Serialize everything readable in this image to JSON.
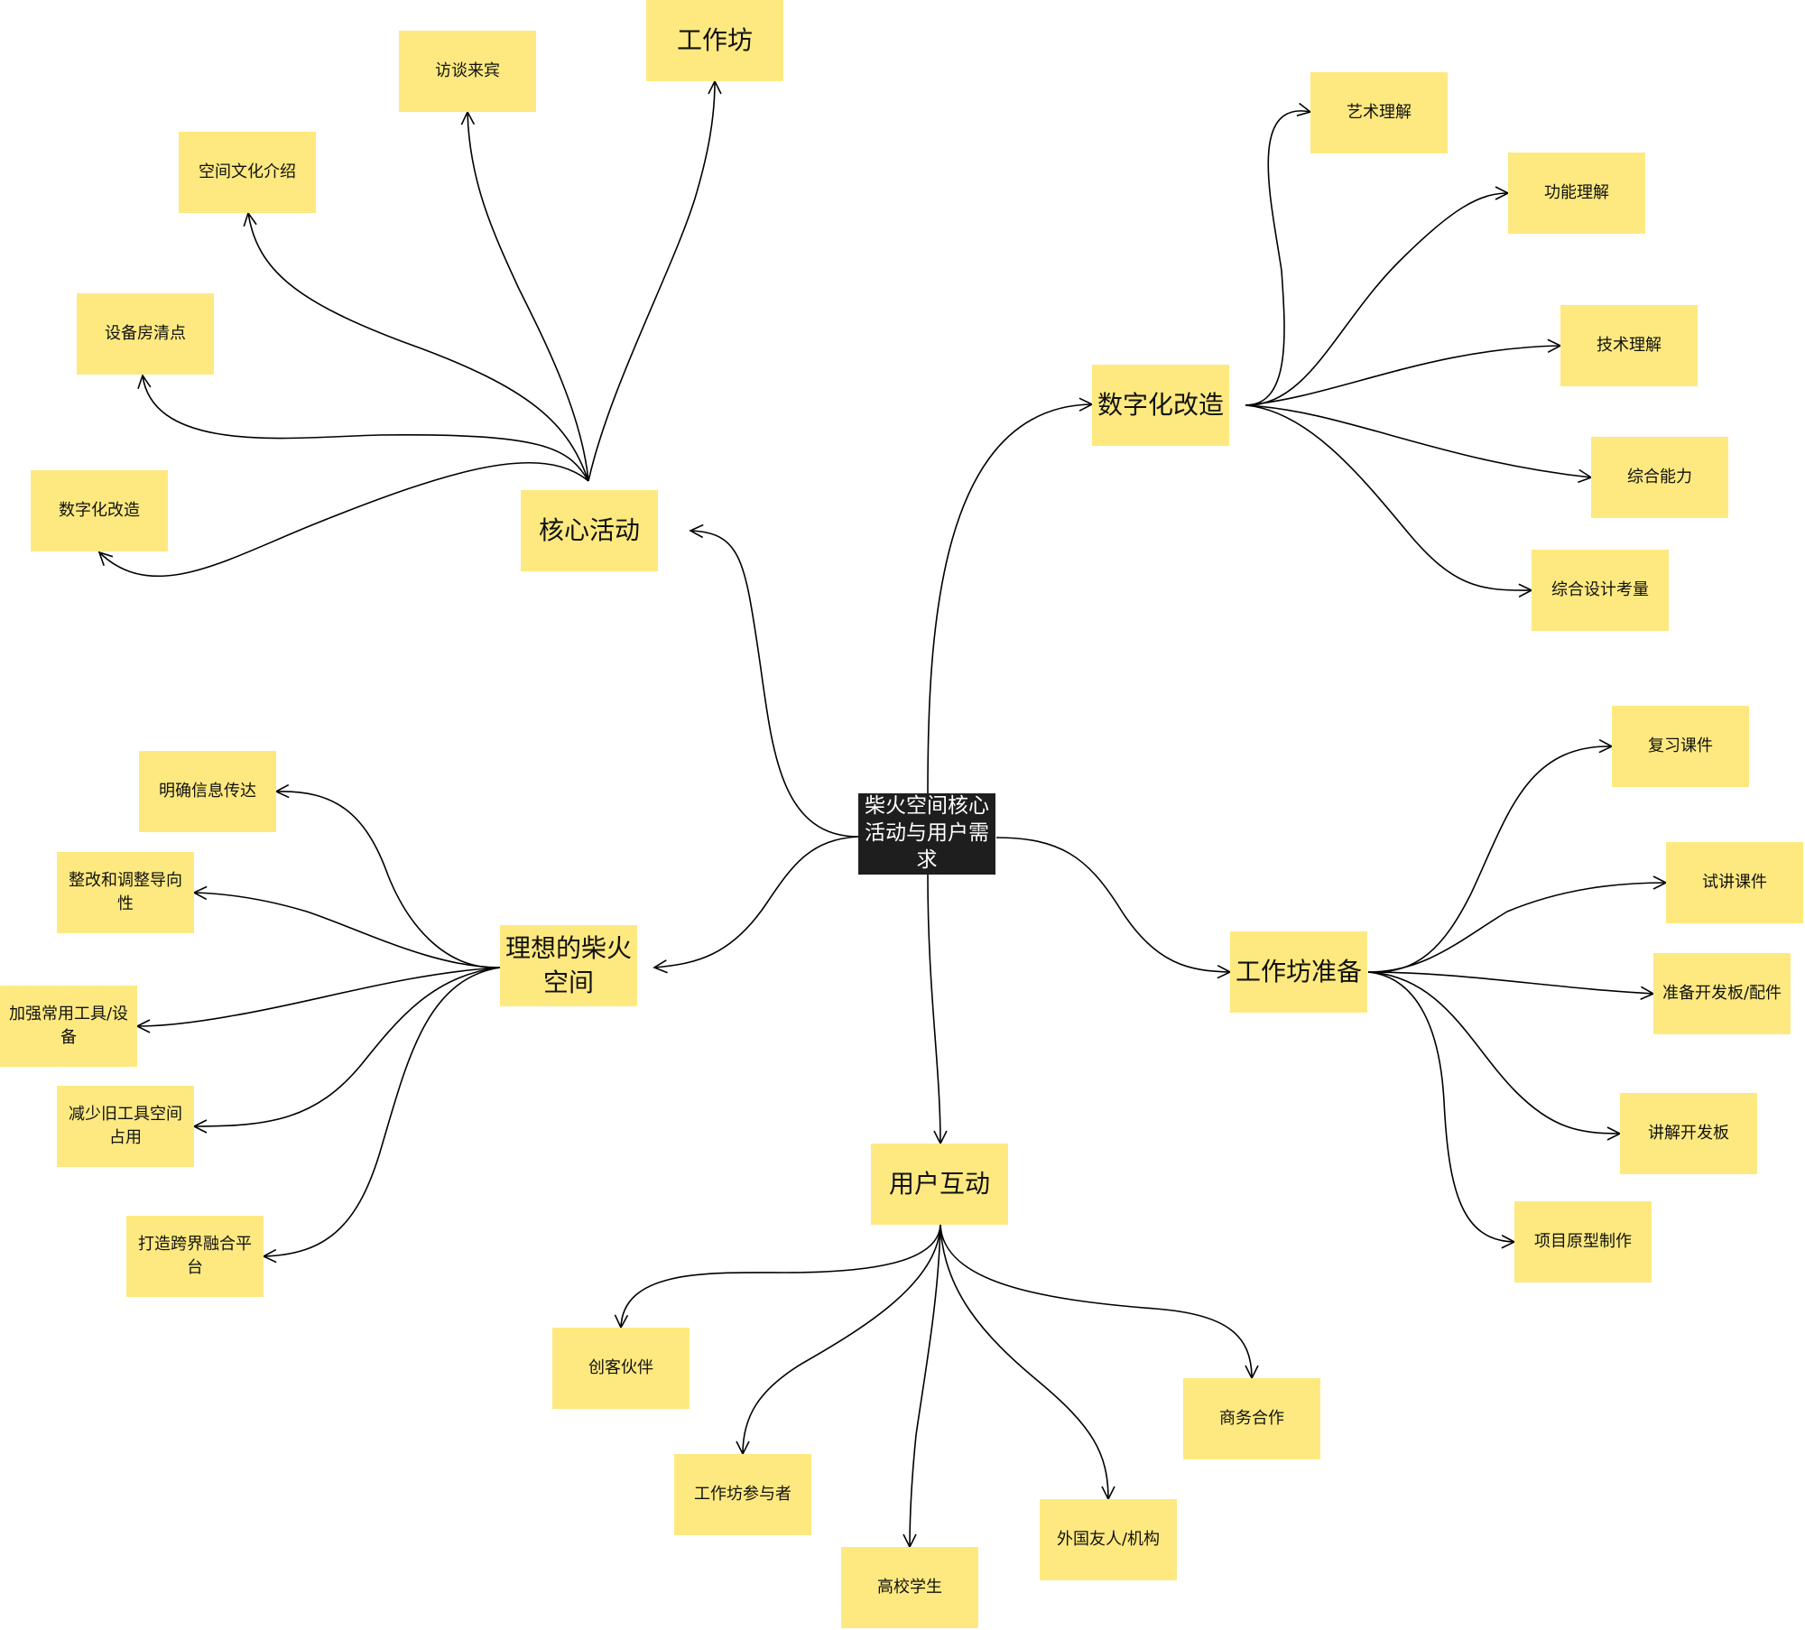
{
  "root": "柴火空间核心活动与用户需求",
  "branches": [
    {
      "id": "core",
      "label": "核心活动",
      "children": [
        {
          "id": "core-digital",
          "label": "数字化改造"
        },
        {
          "id": "core-equipment",
          "label": "设备房清点"
        },
        {
          "id": "core-culture",
          "label": "空间文化介绍"
        },
        {
          "id": "core-interview",
          "label": "访谈来宾"
        },
        {
          "id": "core-workshop",
          "label": "工作坊"
        }
      ]
    },
    {
      "id": "digital",
      "label": "数字化改造",
      "children": [
        {
          "id": "digital-art",
          "label": "艺术理解"
        },
        {
          "id": "digital-function",
          "label": "功能理解"
        },
        {
          "id": "digital-tech",
          "label": "技术理解"
        },
        {
          "id": "digital-ability",
          "label": "综合能力"
        },
        {
          "id": "digital-design",
          "label": "综合设计考量"
        }
      ]
    },
    {
      "id": "ideal",
      "label": "理想的柴火空间",
      "children": [
        {
          "id": "ideal-info",
          "label": "明确信息传达"
        },
        {
          "id": "ideal-guide",
          "label": "整改和调整导向性"
        },
        {
          "id": "ideal-tools",
          "label": "加强常用工具/设备"
        },
        {
          "id": "ideal-oldtools",
          "label": "减少旧工具空间占用"
        },
        {
          "id": "ideal-platform",
          "label": "打造跨界融合平台"
        }
      ]
    },
    {
      "id": "prep",
      "label": "工作坊准备",
      "children": [
        {
          "id": "prep-review",
          "label": "复习课件"
        },
        {
          "id": "prep-trial",
          "label": "试讲课件"
        },
        {
          "id": "prep-boards",
          "label": "准备开发板/配件"
        },
        {
          "id": "prep-explain",
          "label": "讲解开发板"
        },
        {
          "id": "prep-prototype",
          "label": "项目原型制作"
        }
      ]
    },
    {
      "id": "user",
      "label": "用户互动",
      "children": [
        {
          "id": "user-maker",
          "label": "创客伙伴"
        },
        {
          "id": "user-participant",
          "label": "工作坊参与者"
        },
        {
          "id": "user-student",
          "label": "高校学生"
        },
        {
          "id": "user-foreign",
          "label": "外国友人/机构"
        },
        {
          "id": "user-business",
          "label": "商务合作"
        }
      ]
    }
  ]
}
